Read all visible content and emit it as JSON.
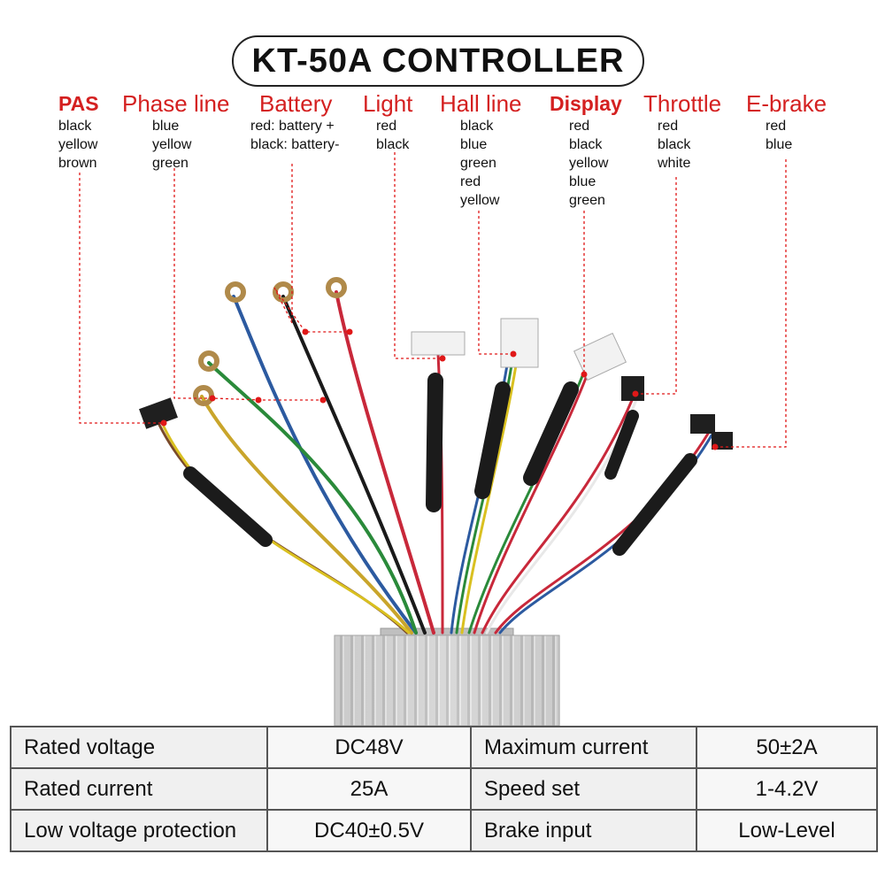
{
  "title": "KT-50A CONTROLLER",
  "labels": [
    {
      "name": "PAS",
      "wires": [
        "black",
        "yellow",
        "brown"
      ]
    },
    {
      "name": "Phase line",
      "wires": [
        "blue",
        "yellow",
        "green"
      ]
    },
    {
      "name": "Battery",
      "wires": [
        "red: battery +",
        "black: battery-"
      ]
    },
    {
      "name": "Light",
      "wires": [
        "red",
        "black"
      ]
    },
    {
      "name": "Hall line",
      "wires": [
        "black",
        "blue",
        "green",
        "red",
        "yellow"
      ]
    },
    {
      "name": "Display",
      "wires": [
        "red",
        "black",
        "yellow",
        "blue",
        "green"
      ]
    },
    {
      "name": "Throttle",
      "wires": [
        "red",
        "black",
        "white"
      ]
    },
    {
      "name": "E-brake",
      "wires": [
        "red",
        "blue"
      ]
    }
  ],
  "specs": {
    "rows": [
      [
        "Rated voltage",
        "DC48V",
        "Maximum current",
        "50±2A"
      ],
      [
        "Rated current",
        "25A",
        "Speed set",
        "1-4.2V"
      ],
      [
        "Low voltage protection",
        "DC40±0.5V",
        "Brake input",
        "Low-Level"
      ]
    ]
  },
  "colors": {
    "label_red": "#d42020",
    "leader_dot": "#e01818",
    "controller_body": "#c9c9c9",
    "cable_sleeve": "#1b1b1b"
  }
}
